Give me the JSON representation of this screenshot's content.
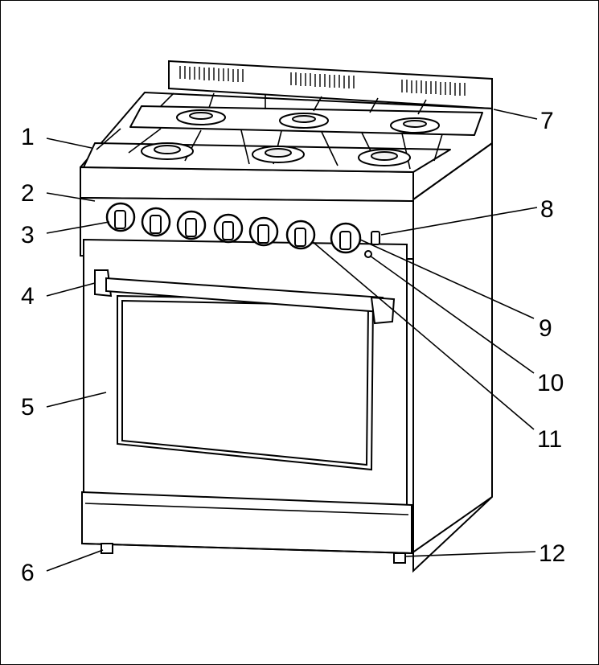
{
  "labels": {
    "callout_1": "1",
    "callout_2": "2",
    "callout_3": "3",
    "callout_4": "4",
    "callout_5": "5",
    "callout_6": "6",
    "callout_7": "7",
    "callout_8": "8",
    "callout_9": "9",
    "callout_10": "10",
    "callout_11": "11",
    "callout_12": "12"
  }
}
